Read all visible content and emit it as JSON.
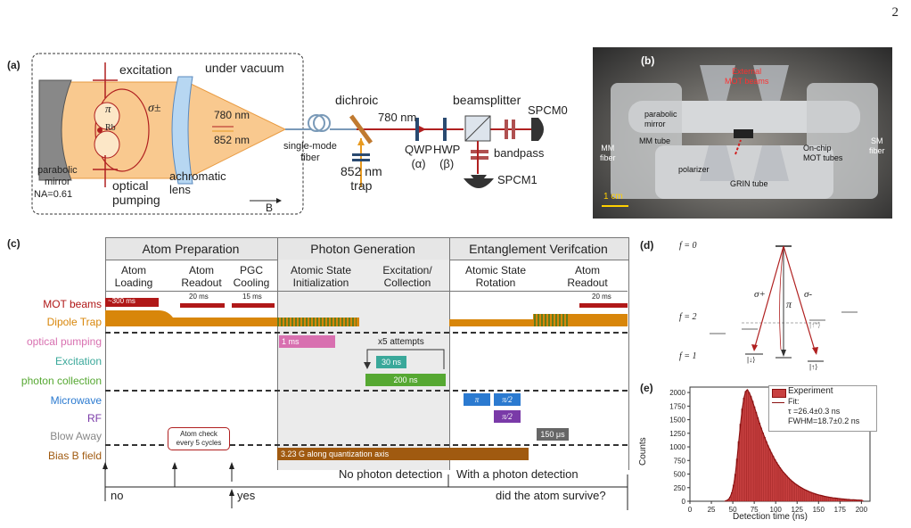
{
  "page_number": "2",
  "panel_a": {
    "panel_label": "(a)",
    "excitation": "excitation",
    "under_vacuum": "under vacuum",
    "sigma": "σ±",
    "pi": "π",
    "rb": "Rb",
    "wl1": "780 nm",
    "wl2": "852 nm",
    "parabolic_mirror": "parabolic\nmirror",
    "na": "NA=0.61",
    "optical_pumping": "optical\npumping",
    "achromatic_lens": "achromatic\nlens",
    "b": "B",
    "single_mode_fiber": "single-mode\nfiber",
    "dichroic": "dichroic",
    "wl780": "780 nm",
    "trap": "852 nm\ntrap",
    "qwp": "QWP\n(α)",
    "hwp": "HWP\n(β)",
    "beamsplitter": "beamsplitter",
    "spcm0": "SPCM0",
    "bandpass": "bandpass",
    "spcm1": "SPCM1"
  },
  "panel_b": {
    "panel_label": "(b)",
    "external_mot": "External\nMOT beams",
    "parabolic_mirror": "parabolic\nmirror",
    "mm_tube": "MM tube",
    "polarizer": "polarizer",
    "mm_fiber": "MM\nfiber",
    "sm_fiber": "SM\nfiber",
    "onchip": "On-chip\nMOT tubes",
    "grin": "GRIN tube",
    "scale": "1 cm"
  },
  "panel_c": {
    "panel_label": "(c)",
    "sections": [
      "Atom Preparation",
      "Photon Generation",
      "Entanglement Verifcation"
    ],
    "steps": [
      "Atom\nLoading",
      "Atom\nReadout",
      "PGC\nCooling",
      "Atomic State\nInitialization",
      "Excitation/\nCollection",
      "Atomic State\nRotation",
      "Atom\nReadout"
    ],
    "rows": [
      "MOT beams",
      "Dipole Trap",
      "optical pumping",
      "Excitation",
      "photon collection",
      "Microwave",
      "RF",
      "Blow Away",
      "Bias B field"
    ],
    "row_colors": [
      "#b01818",
      "#d8860a",
      "#d870b0",
      "#3aa89a",
      "#56a832",
      "#2b7ad0",
      "#7a3aa8",
      "#888888",
      "#a05a10"
    ],
    "mot_labels": [
      "~300 ms",
      "20 ms",
      "15 ms",
      "20 ms"
    ],
    "op_label": "1 ms",
    "attempts": "x5 attempts",
    "exc_label": "30 ns",
    "coll_label": "200 ns",
    "mw1": "π",
    "mw2": "π/2",
    "rf": "π/2",
    "blow": "150 μs",
    "bias": "3.23 G along quantization axis",
    "atom_check": "Atom check\nevery 5 cycles",
    "no_photon": "No photon detection",
    "with_photon": "With a photon detection",
    "no": "no",
    "yes": "yes",
    "survive": "did the atom survive?"
  },
  "panel_d": {
    "panel_label": "(d)",
    "f0": "f = 0",
    "f2": "f = 2",
    "f1": "f = 1",
    "sigma_plus": "σ+",
    "pi": "π",
    "sigma_minus": "σ-",
    "ket_up_star": "|↑*⟩",
    "ket_down": "|↓⟩",
    "ket_up": "|↑⟩"
  },
  "panel_e": {
    "panel_label": "(e)",
    "legend_experiment": "Experiment",
    "legend_fit": "Fit:",
    "tau": "τ =26.4±0.3 ns",
    "fwhm": "FWHM=18.7±0.2 ns"
  },
  "chart_data": {
    "type": "bar",
    "xlabel": "Detection time (ns)",
    "ylabel": "Counts",
    "xlim": [
      0,
      210
    ],
    "ylim": [
      0,
      2100
    ],
    "xticks": [
      0,
      25,
      50,
      75,
      100,
      125,
      150,
      175,
      200
    ],
    "yticks": [
      0,
      250,
      500,
      750,
      1000,
      1250,
      1500,
      1750,
      2000
    ],
    "bin_width": 2,
    "x": [
      40,
      42,
      44,
      46,
      48,
      50,
      52,
      54,
      56,
      58,
      60,
      62,
      64,
      66,
      68,
      70,
      72,
      74,
      76,
      78,
      80,
      82,
      84,
      86,
      88,
      90,
      92,
      94,
      96,
      98,
      100,
      102,
      104,
      106,
      108,
      110,
      112,
      114,
      116,
      118,
      120,
      122,
      124,
      126,
      128,
      130,
      132,
      134,
      136,
      138,
      140,
      142,
      144,
      146,
      148,
      150,
      152,
      154,
      156,
      158,
      160,
      162,
      164,
      166,
      168,
      170,
      172,
      174,
      176,
      178,
      180,
      182,
      184,
      186,
      188,
      190,
      192,
      194,
      196,
      198,
      200
    ],
    "values": [
      5,
      15,
      35,
      80,
      160,
      300,
      500,
      780,
      1100,
      1420,
      1700,
      1900,
      2020,
      2050,
      2000,
      1930,
      1840,
      1740,
      1640,
      1540,
      1440,
      1350,
      1260,
      1180,
      1100,
      1025,
      955,
      890,
      830,
      770,
      715,
      665,
      620,
      575,
      535,
      500,
      465,
      430,
      400,
      370,
      345,
      320,
      300,
      278,
      258,
      240,
      222,
      206,
      192,
      178,
      165,
      153,
      142,
      132,
      122,
      114,
      106,
      98,
      91,
      85,
      79,
      73,
      68,
      63,
      59,
      55,
      51,
      47,
      44,
      41,
      38,
      35,
      33,
      30,
      28,
      26,
      24,
      22,
      21,
      19,
      18
    ]
  }
}
